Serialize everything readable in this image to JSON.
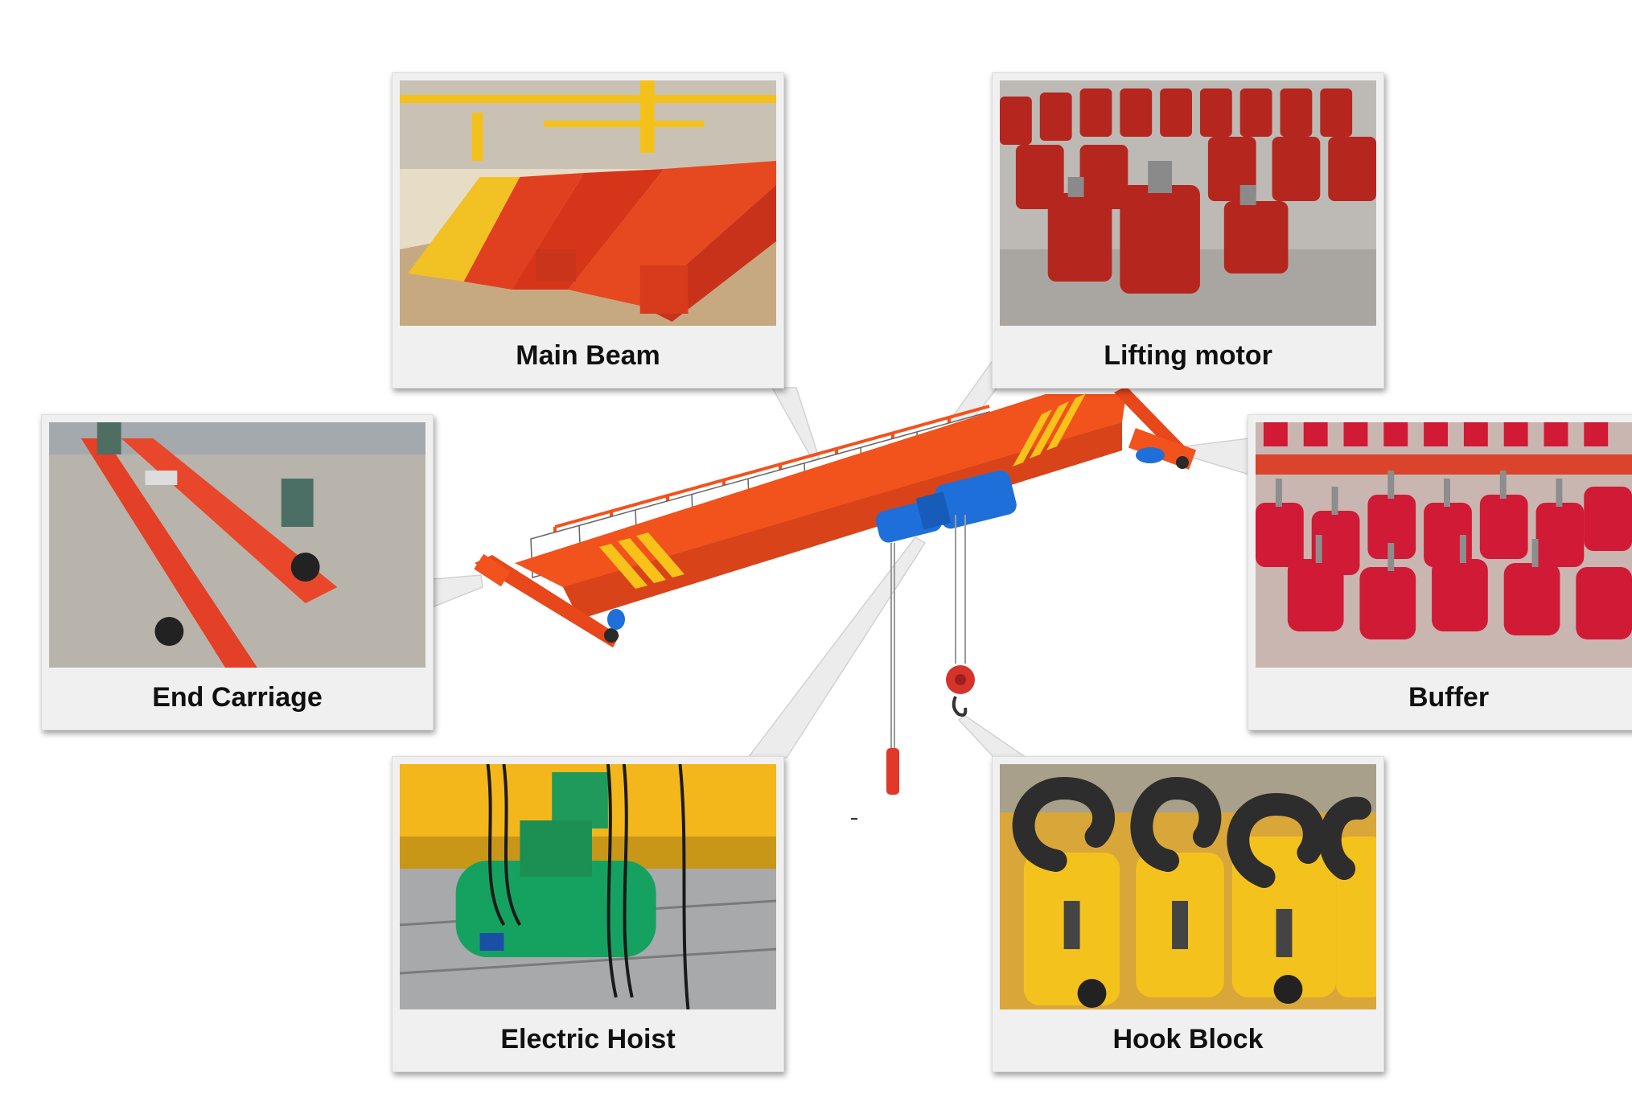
{
  "components": [
    {
      "id": "main-beam",
      "label": "Main Beam"
    },
    {
      "id": "lifting-motor",
      "label": "Lifting motor"
    },
    {
      "id": "end-carriage",
      "label": "End Carriage"
    },
    {
      "id": "buffer",
      "label": "Buffer"
    },
    {
      "id": "electric-hoist",
      "label": "Electric Hoist"
    },
    {
      "id": "hook-block",
      "label": "Hook Block"
    }
  ],
  "colors": {
    "crane_orange": "#f2521c",
    "stripe_yellow": "#f7c21a",
    "hoist_blue": "#1e6fd9",
    "card_background": "#f0f0f0",
    "callout_pointer": "#ececec"
  }
}
